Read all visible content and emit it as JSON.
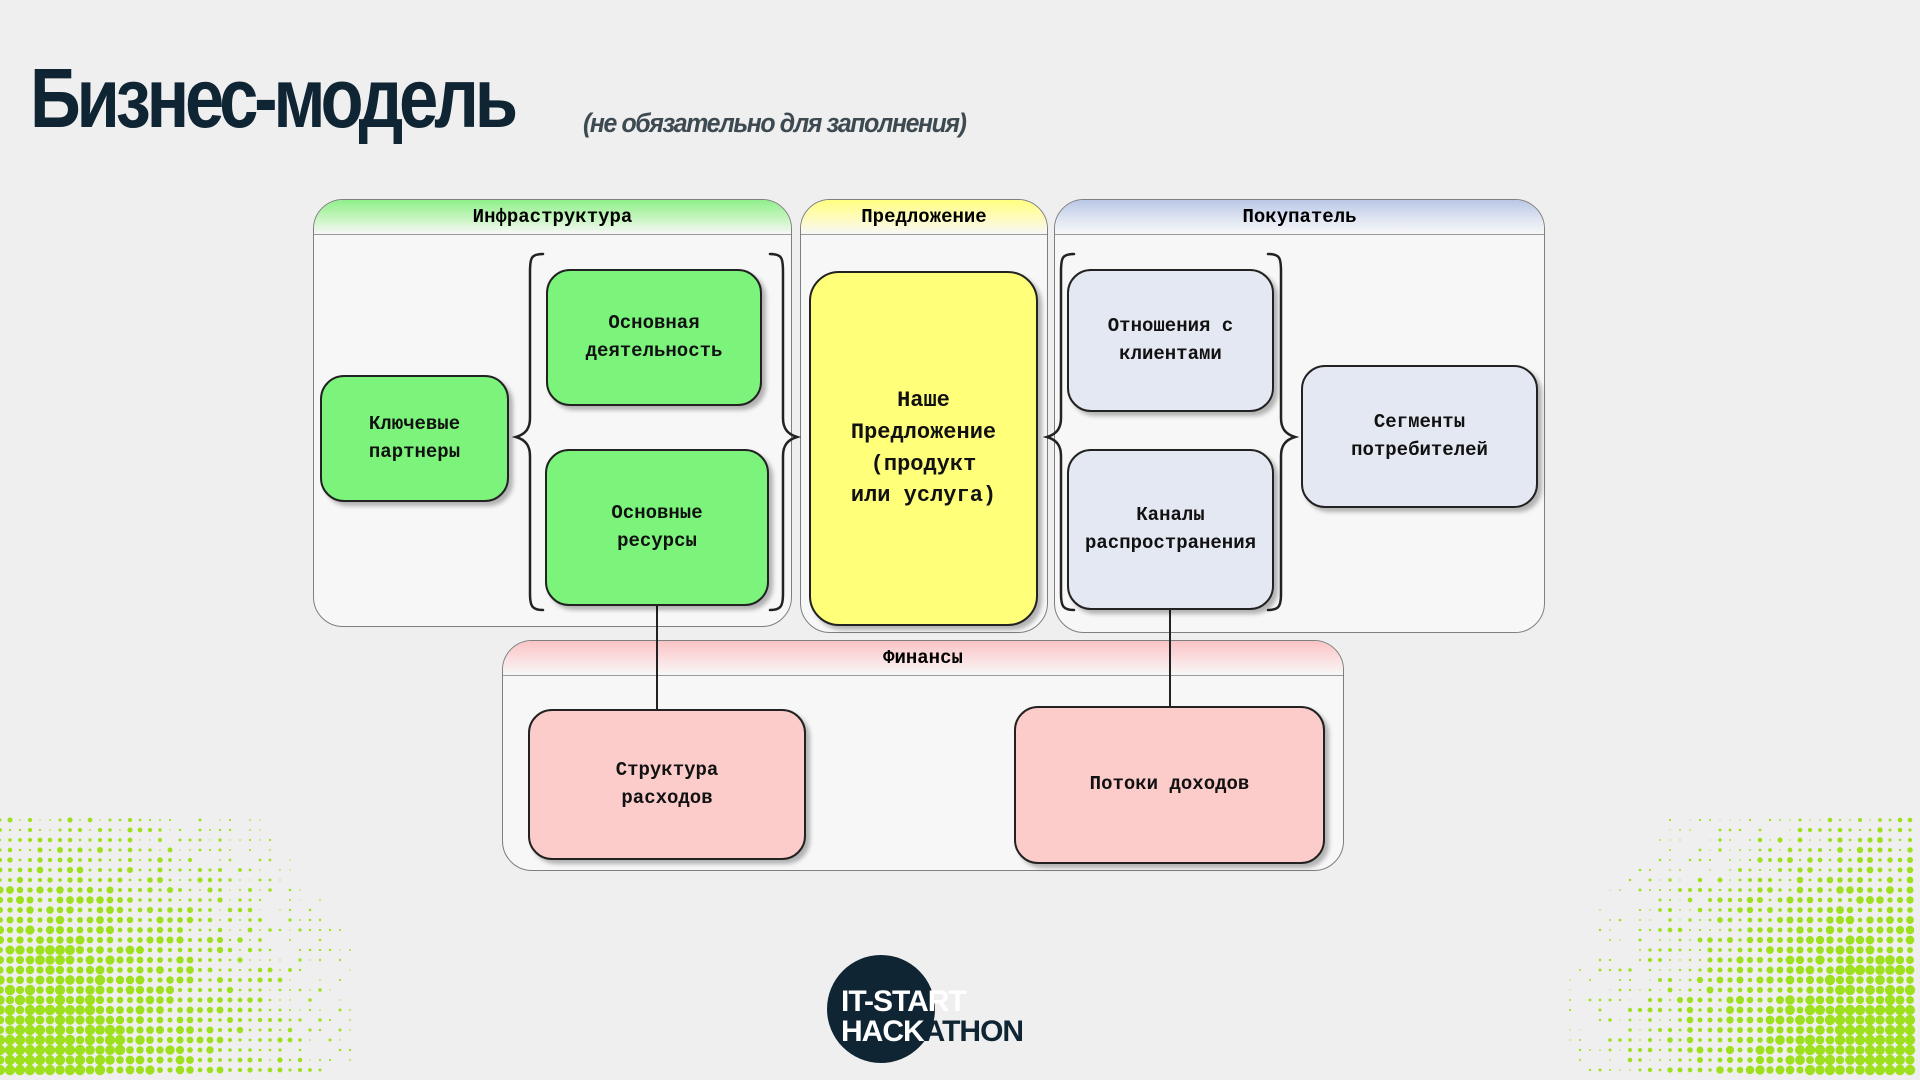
{
  "slide": {
    "title": "Бизнес-модель",
    "subtitle": "(не обязательно для заполнения)"
  },
  "groups": {
    "infrastructure": "Инфраструктура",
    "offer": "Предложение",
    "customer": "Покупатель",
    "finance": "Финансы"
  },
  "nodes": {
    "key_partners": "Ключевые\nпартнеры",
    "key_activities": "Основная\nдеятельность",
    "key_resources": "Основные\nресурсы",
    "value_proposition": "Наше\nПредложение\n(продукт\nили услуга)",
    "customer_relationships": "Отношения с\nклиентами",
    "channels": "Каналы\nраспространения",
    "customer_segments": "Сегменты\nпотребителей",
    "cost_structure": "Структура\nрасходов",
    "revenue_streams": "Потоки доходов"
  },
  "logo": {
    "line1": "IT-START",
    "line2_a": "HACK",
    "line2_b": "ATHON"
  },
  "colors": {
    "title": "#0f2533",
    "green_box": "#7cf47c",
    "yellow_box": "#ffff7a",
    "blue_box": "#e4e8f2",
    "pink_box": "#fccccb",
    "dots": "#9ee01e"
  }
}
